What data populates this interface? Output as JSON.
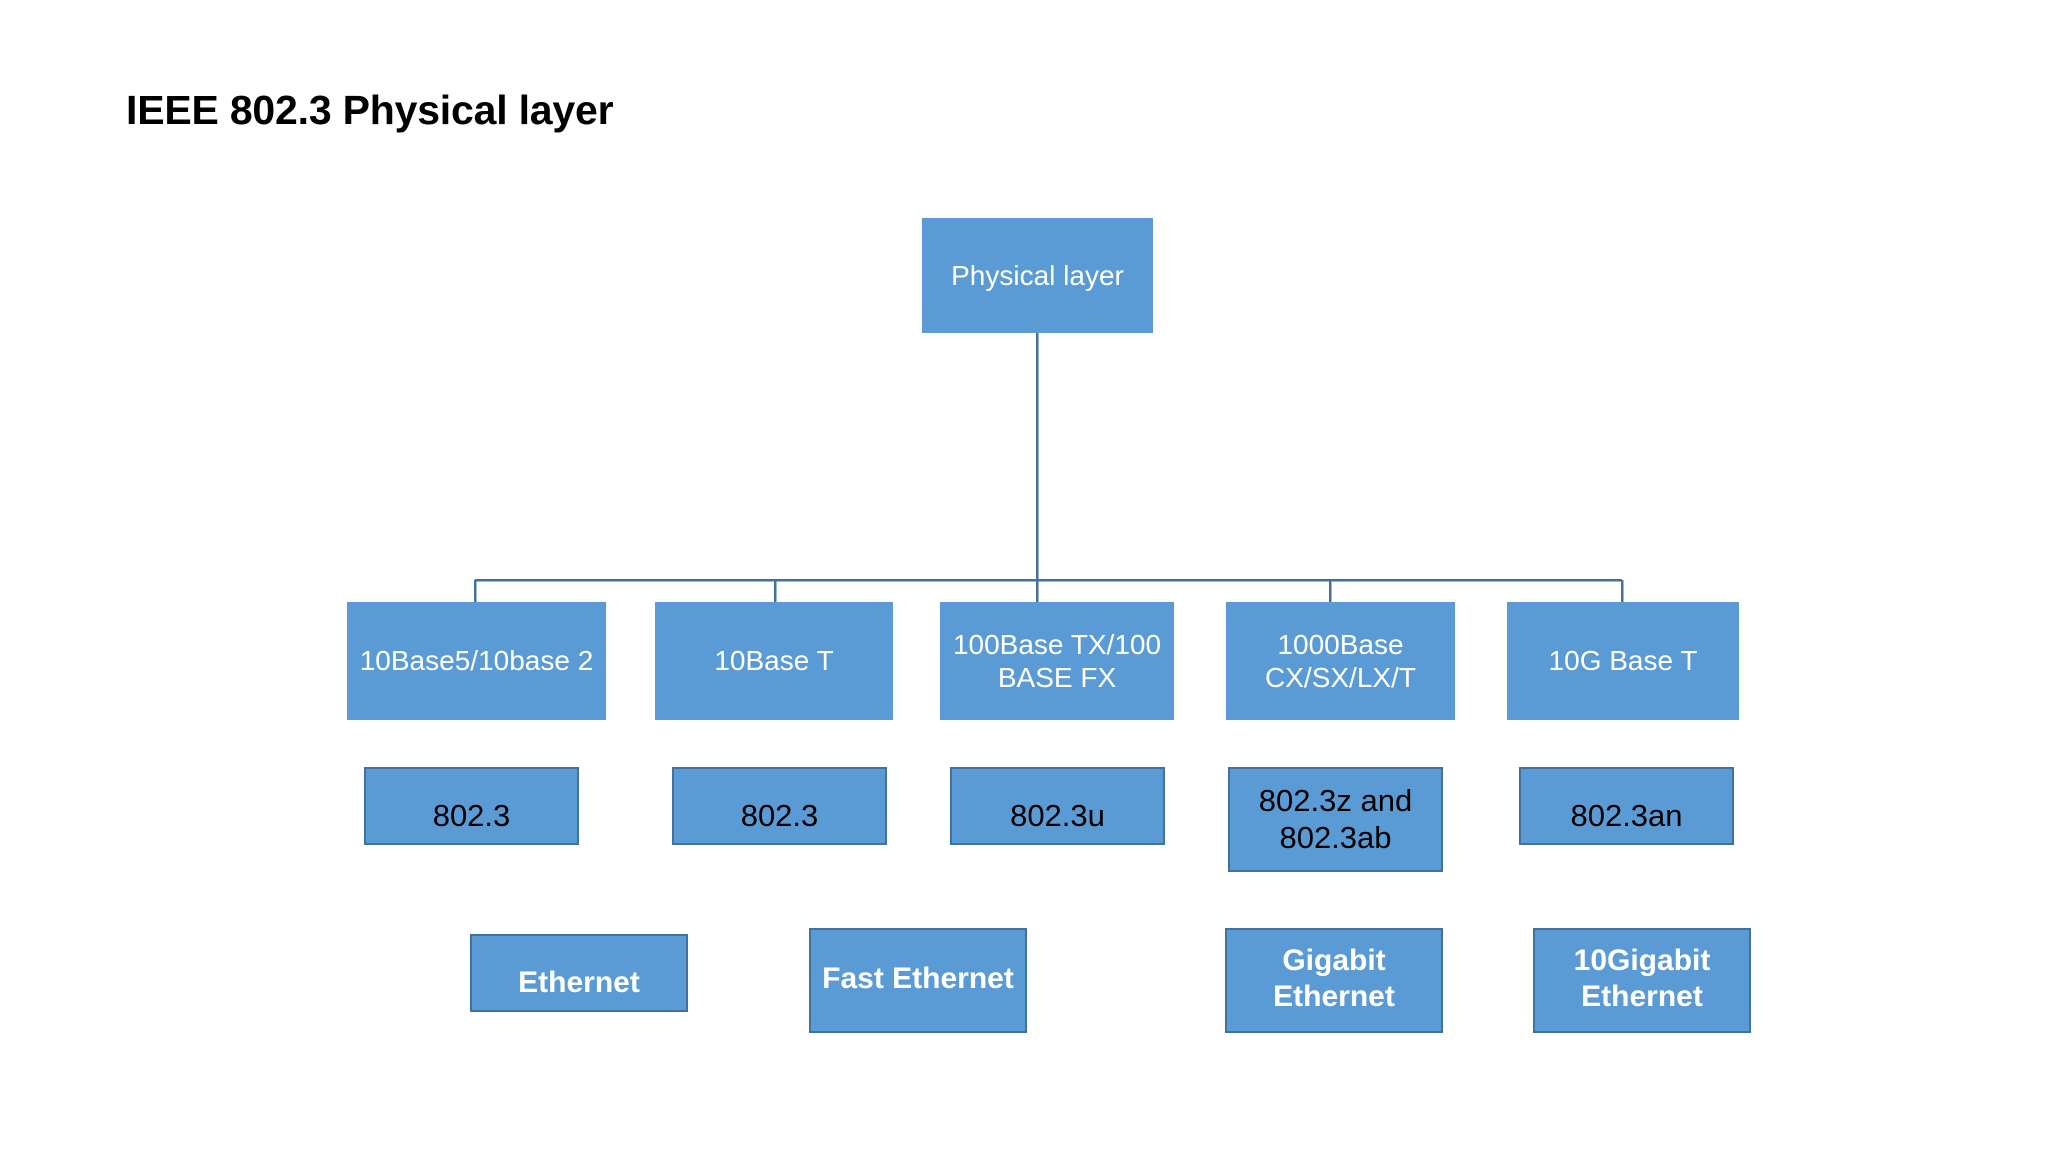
{
  "title": "IEEE 802.3 Physical layer",
  "colors": {
    "node_fill": "#5B9BD5",
    "node_border": "#41719C",
    "connector": "#41719C",
    "white_text": "#FFFFFF",
    "black_text": "#000000",
    "background": "#FFFFFF"
  },
  "root": {
    "label": "Physical layer"
  },
  "media_row": [
    {
      "label": "10Base5/10base 2"
    },
    {
      "label": "10Base T"
    },
    {
      "label": "100Base TX/100 BASE FX"
    },
    {
      "label": "1000Base CX/SX/LX/T"
    },
    {
      "label": "10G Base T"
    }
  ],
  "standards_row": [
    {
      "label": "802.3"
    },
    {
      "label": "802.3"
    },
    {
      "label": "802.3u"
    },
    {
      "label": "802.3z and 802.3ab"
    },
    {
      "label": "802.3an"
    }
  ],
  "generations_row": [
    {
      "label": "Ethernet"
    },
    {
      "label": "Fast Ethernet"
    },
    {
      "label": "Gigabit Ethernet"
    },
    {
      "label": "10Gigabit Ethernet"
    }
  ]
}
